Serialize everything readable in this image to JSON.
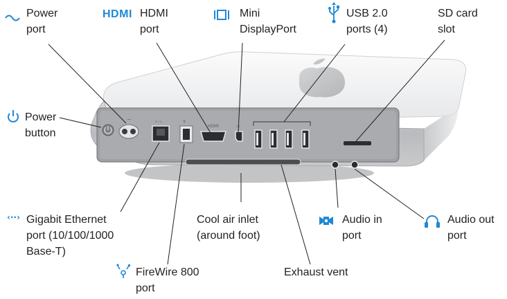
{
  "labels": {
    "power_port": [
      "Power",
      "port"
    ],
    "hdmi_icon_text": "HDMI",
    "hdmi_port": [
      "HDMI",
      "port"
    ],
    "mini_displayport": [
      "Mini",
      "DisplayPort"
    ],
    "usb": [
      "USB 2.0",
      "ports (4)"
    ],
    "sd_card": [
      "SD card",
      "slot"
    ],
    "power_button": [
      "Power",
      "button"
    ],
    "ethernet": [
      "Gigabit Ethernet",
      "port (10/100/1000",
      "Base-T)"
    ],
    "cool_air": [
      "Cool air inlet",
      "(around foot)"
    ],
    "audio_in": [
      "Audio in",
      "port"
    ],
    "audio_out": [
      "Audio out",
      "port"
    ],
    "firewire": [
      "FireWire 800",
      "port"
    ],
    "exhaust": [
      "Exhaust vent"
    ]
  },
  "colors": {
    "icon_blue": "#1f88d6",
    "text": "#231f20",
    "leader": "#231f20"
  },
  "icons": [
    "power-port-icon",
    "hdmi-icon",
    "mini-displayport-icon",
    "usb-icon",
    "power-button-icon",
    "ethernet-icon",
    "audio-in-icon",
    "audio-out-icon",
    "firewire-icon"
  ]
}
